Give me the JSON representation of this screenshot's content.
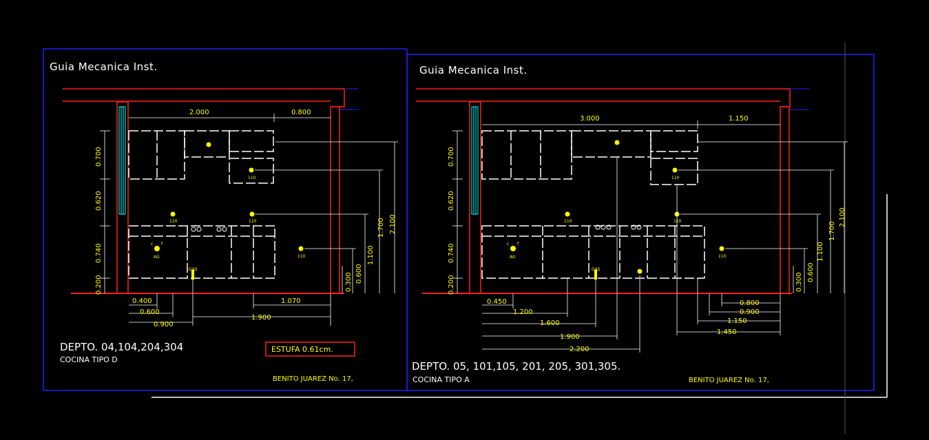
{
  "colors": {
    "background": "#000000",
    "frame": "#0000ff",
    "wall": "#ff0000",
    "lines": "#ffffff",
    "dimensions": "#ffff00",
    "glass": "#00ffff",
    "label_box": "#ff0000"
  },
  "left_sheet": {
    "title": "Guia Mecanica Inst.",
    "depto": "DEPTO. 04,104,204,304",
    "cocina": "COCINA TIPO D",
    "address": "BENITO JUAREZ No. 17,",
    "estufa_label": "ESTUFA 0.61cm.",
    "dims_top": [
      "2.000",
      "0.800"
    ],
    "dims_left": [
      "0.700",
      "0.620",
      "0.740",
      "0.200"
    ],
    "dims_right": [
      "2.100",
      "1.700",
      "1.100",
      "0.600",
      "0.300"
    ],
    "dims_bottom": [
      "0.400",
      "0.600",
      "0.900",
      "1.070",
      "1.900"
    ],
    "outlet_labels": [
      "AG",
      "GAS",
      "110",
      "c",
      "f"
    ]
  },
  "right_sheet": {
    "title": "Guia Mecanica Inst.",
    "depto": "DEPTO. 05, 101,105, 201, 205, 301,305.",
    "cocina": "COCINA TIPO A",
    "address": "BENITO JUAREZ No. 17,",
    "dims_top": [
      "3.000",
      "1.150"
    ],
    "dims_left": [
      "0.700",
      "0.620",
      "0.740",
      "0.200"
    ],
    "dims_right": [
      "2.100",
      "1.700",
      "1.100",
      "0.600",
      "0.300"
    ],
    "dims_bottom_left": [
      "0.450",
      "1.200",
      "1.600",
      "1.900",
      "2.200"
    ],
    "dims_bottom_right": [
      "0.800",
      "0.900",
      "1.150",
      "1.450"
    ],
    "outlet_labels": [
      "AG",
      "GAS",
      "110",
      "c",
      "f"
    ]
  }
}
